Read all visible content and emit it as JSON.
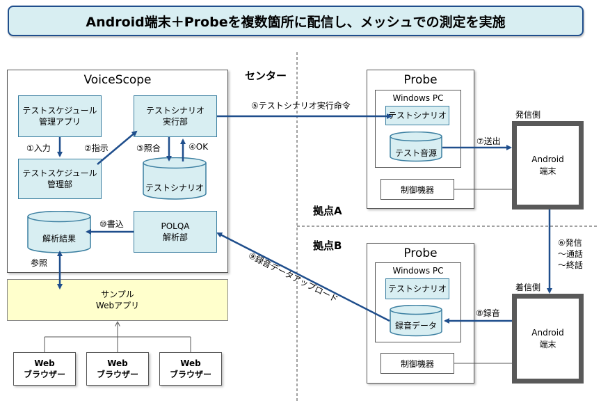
{
  "title": "Android端末＋Probeを複数箇所に配信し、メッシュでの測定を実施",
  "zones": {
    "center": "センター",
    "site_a": "拠点A",
    "site_b": "拠点B"
  },
  "voicescope": {
    "title": "VoiceScope",
    "schedule_app": "テストスケジュール\n管理アプリ",
    "schedule_mgr": "テストスケジュール\n管理部",
    "scenario_exec": "テストシナリオ\n実行部",
    "scenario_db": "テストシナリオ",
    "polqa": "POLQA\n解析部",
    "result_db": "解析結果"
  },
  "webapp": "サンプル\nWebアプリ",
  "browsers": [
    "Web\nブラウザー",
    "Web\nブラウザー",
    "Web\nブラウザー"
  ],
  "probe_a": {
    "title": "Probe",
    "pc": "Windows PC",
    "scenario": "テストシナリオ",
    "source": "テスト音源",
    "control": "制御機器"
  },
  "probe_b": {
    "title": "Probe",
    "pc": "Windows PC",
    "scenario": "テストシナリオ",
    "record": "録音データ",
    "control": "制御機器"
  },
  "android_caller": {
    "side_label": "発信側",
    "name": "Android\n端末"
  },
  "android_receiver": {
    "side_label": "着信側",
    "name": "Android\n端末"
  },
  "labels": {
    "input": "①入力",
    "instruct": "②指示",
    "match": "③照合",
    "ok": "④OK",
    "cmd": "⑤テストシナリオ実行命令",
    "call": "⑥発信\n～通話\n～終話",
    "send": "⑦送出",
    "rec": "⑧録音",
    "upload": "⑨録音データアップロード",
    "write": "⑩書込",
    "ref": "参照"
  },
  "colors": {
    "arrow": "#1f4e8c",
    "box_fill": "#d8eef2",
    "box_border": "#3a7ea0",
    "webapp_fill": "#ffffcc"
  }
}
